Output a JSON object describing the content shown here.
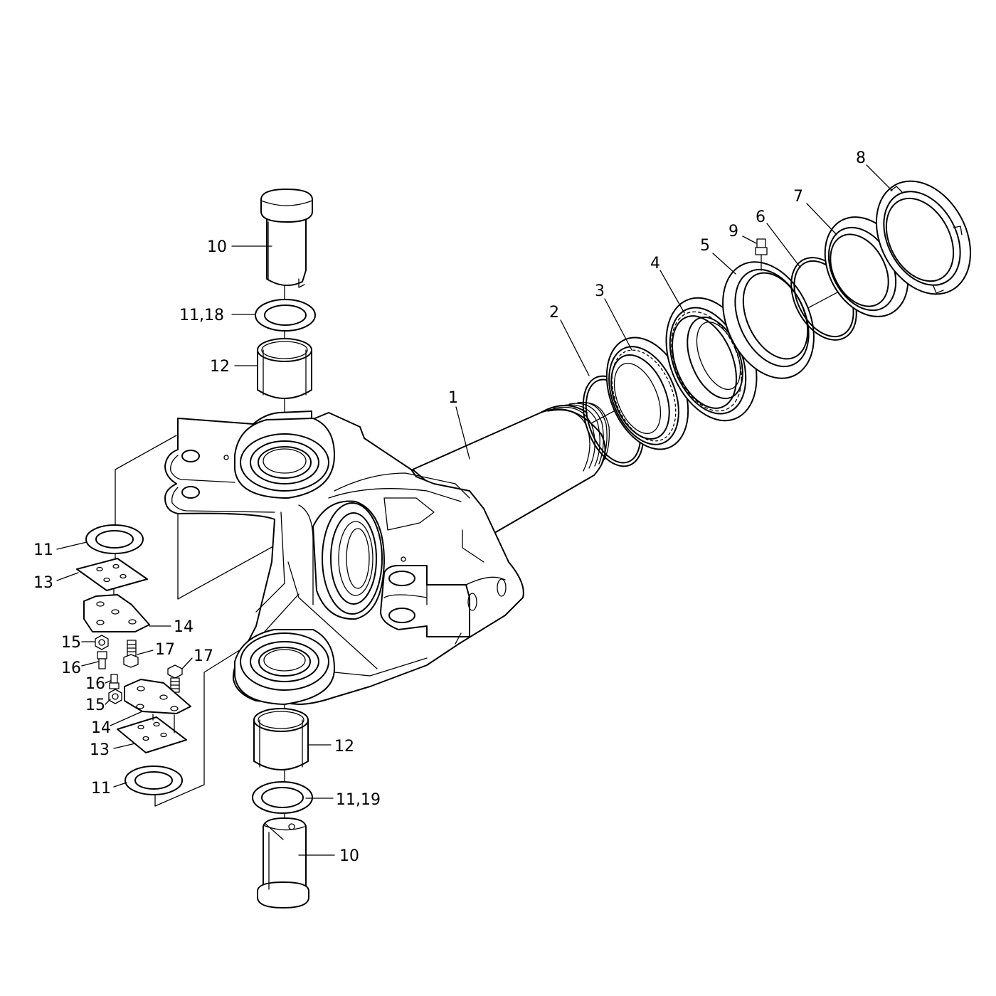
{
  "callouts": [
    {
      "id": "c1",
      "text": "1"
    },
    {
      "id": "c2",
      "text": "2"
    },
    {
      "id": "c3",
      "text": "3"
    },
    {
      "id": "c4",
      "text": "4"
    },
    {
      "id": "c5",
      "text": "5"
    },
    {
      "id": "c6",
      "text": "6"
    },
    {
      "id": "c7",
      "text": "7"
    },
    {
      "id": "c8",
      "text": "8"
    },
    {
      "id": "c9",
      "text": "9"
    },
    {
      "id": "c10a",
      "text": "10"
    },
    {
      "id": "c10b",
      "text": "10"
    },
    {
      "id": "c11_18",
      "text": "11,18"
    },
    {
      "id": "c11_19",
      "text": "11,19"
    },
    {
      "id": "c11a",
      "text": "11"
    },
    {
      "id": "c11b",
      "text": "11"
    },
    {
      "id": "c12a",
      "text": "12"
    },
    {
      "id": "c12b",
      "text": "12"
    },
    {
      "id": "c13a",
      "text": "13"
    },
    {
      "id": "c13b",
      "text": "13"
    },
    {
      "id": "c14a",
      "text": "14"
    },
    {
      "id": "c14b",
      "text": "14"
    },
    {
      "id": "c15a",
      "text": "15"
    },
    {
      "id": "c15b",
      "text": "15"
    },
    {
      "id": "c16a",
      "text": "16"
    },
    {
      "id": "c16b",
      "text": "16"
    },
    {
      "id": "c17a",
      "text": "17"
    },
    {
      "id": "c17b",
      "text": "17"
    }
  ]
}
